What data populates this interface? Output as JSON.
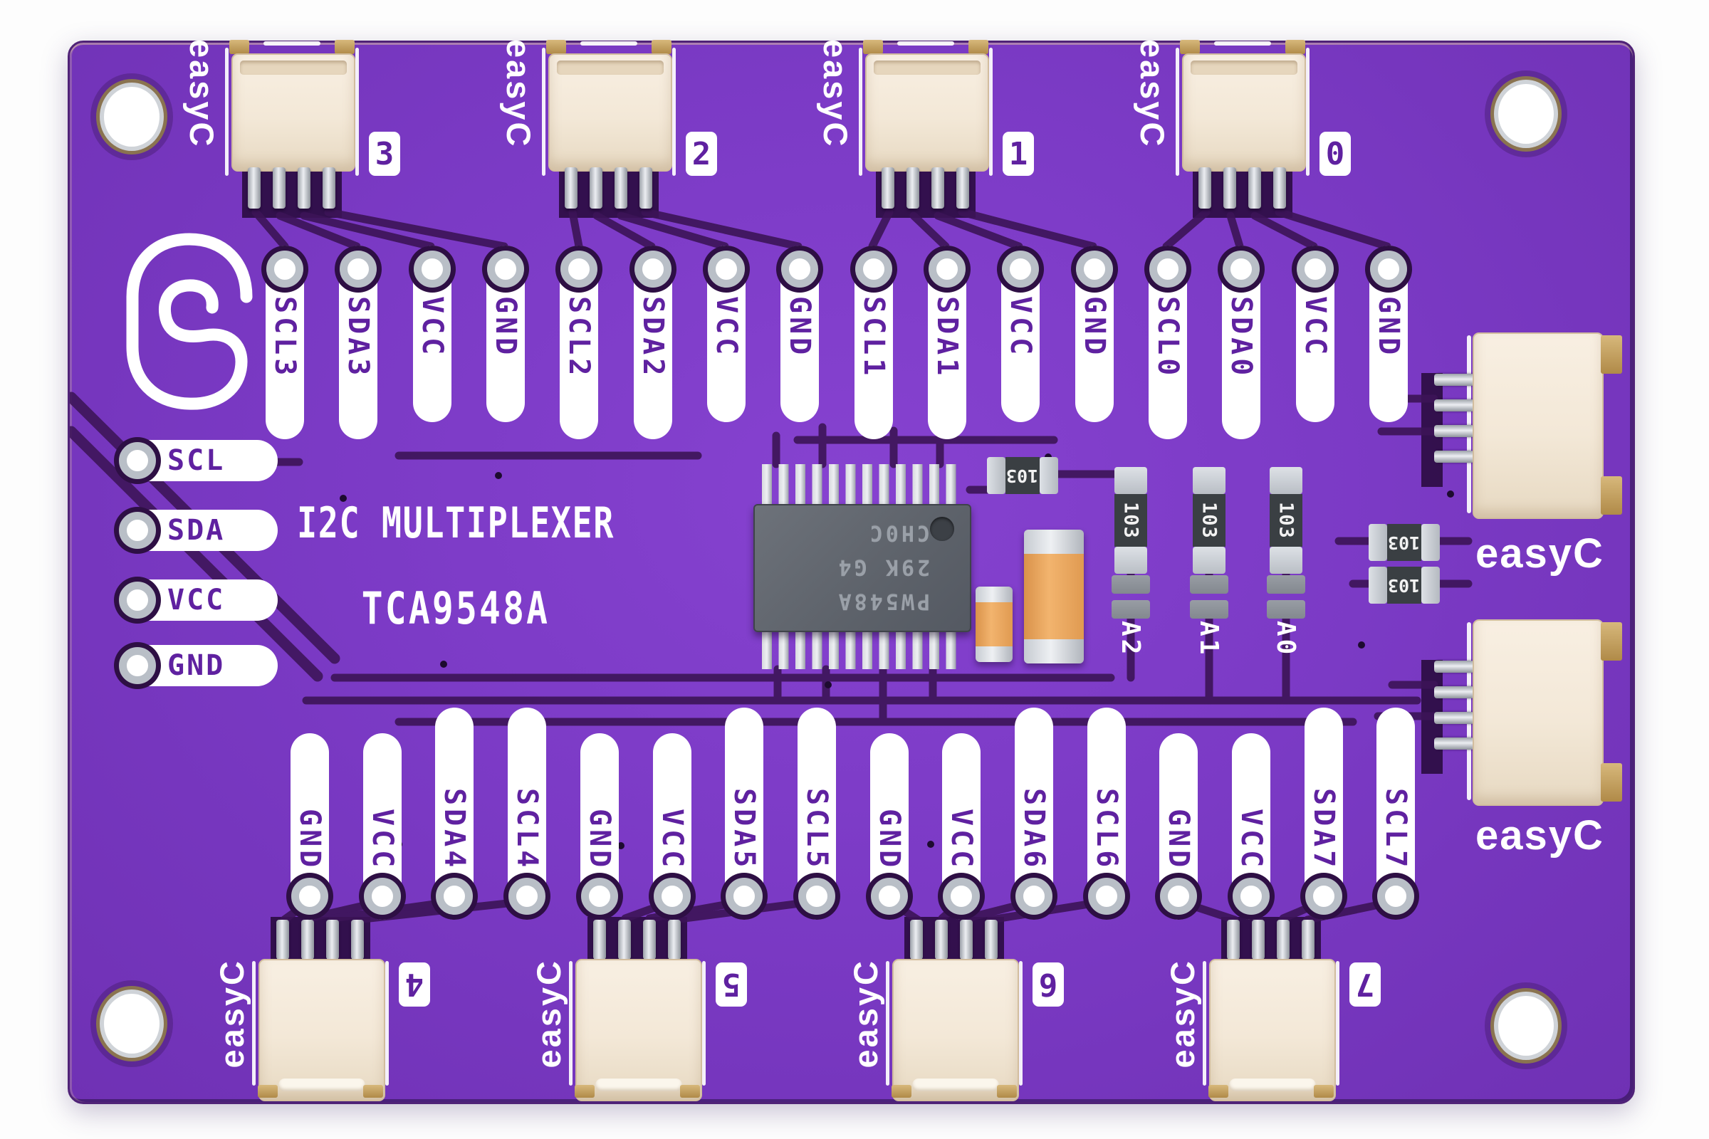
{
  "board": {
    "title": "I2C MULTIPLEXER",
    "part_number": "TCA9548A",
    "brand": "easyC",
    "logo": "soldered-spiral-logo"
  },
  "pins": {
    "top": [
      "SCL3",
      "SDA3",
      "VCC",
      "GND",
      "SCL2",
      "SDA2",
      "VCC",
      "GND",
      "SCL1",
      "SDA1",
      "VCC",
      "GND",
      "SCL0",
      "SDA0",
      "VCC",
      "GND"
    ],
    "bottom": [
      "GND",
      "VCC",
      "SDA4",
      "SCL4",
      "GND",
      "VCC",
      "SDA5",
      "SCL5",
      "GND",
      "VCC",
      "SDA6",
      "SCL6",
      "GND",
      "VCC",
      "SDA7",
      "SCL7"
    ],
    "left": [
      "SCL",
      "SDA",
      "VCC",
      "GND"
    ]
  },
  "connectors": {
    "top_numbers": [
      "3",
      "2",
      "1",
      "0"
    ],
    "bottom_numbers": [
      "4",
      "5",
      "6",
      "7"
    ],
    "brand_label": "easyC"
  },
  "ic": {
    "marking_line1": "PW548A",
    "marking_line2": "29K G4",
    "marking_line3": "CH0C"
  },
  "passives": {
    "resistor_value": "103",
    "address_jumper_labels": [
      "A2",
      "A1",
      "A0"
    ]
  },
  "colors": {
    "board_purple": "#7b3ac5",
    "trace_dark": "#3c1457",
    "silkscreen": "#ffffff",
    "connector_cream": "#f3e8d7",
    "gold_pad": "#bf9b5e",
    "ic_body": "#62676e",
    "capacitor_orange": "#e8a75f"
  }
}
